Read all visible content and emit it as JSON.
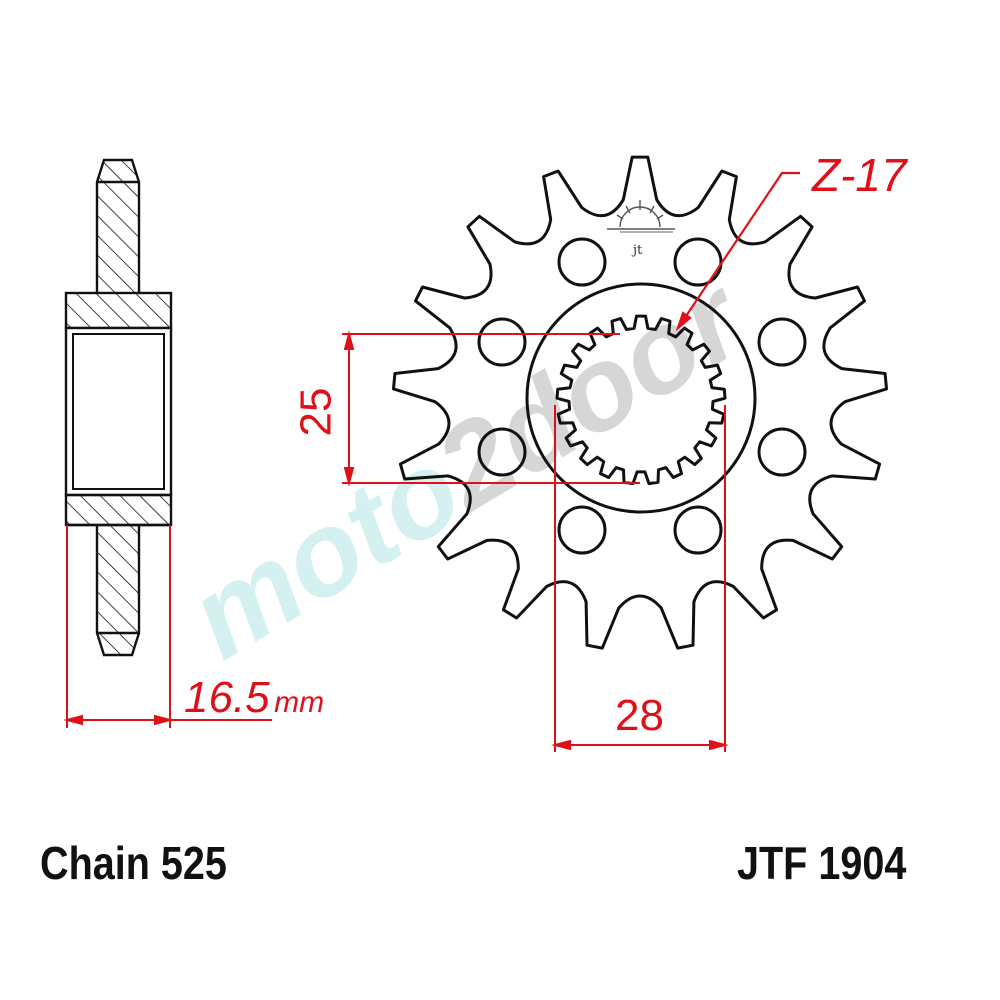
{
  "drawing": {
    "part_number": "JTF 1904",
    "chain_label": "Chain 525",
    "teeth_label": "Z-17",
    "teeth_count": 17,
    "dimensions": {
      "spline_diameter": "25",
      "bolt_spacing": "28",
      "thickness_value": "16.5",
      "thickness_unit": "mm"
    },
    "colors": {
      "outline": "#111111",
      "dimension": "#e0101a",
      "watermark_primary": "#cdeeee",
      "watermark_secondary": "#cfcfcf"
    }
  },
  "watermark": {
    "part1": "moto",
    "part2": "2door"
  }
}
